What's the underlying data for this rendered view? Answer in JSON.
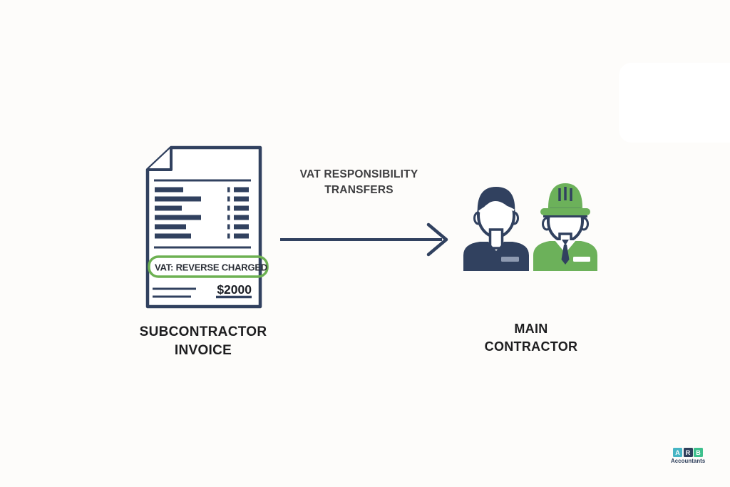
{
  "colors": {
    "navy": "#31415f",
    "green": "#6cb15a",
    "highlight_ring_green": "#6db152",
    "caption_text": "#1d1d1f",
    "arrow_label_text": "#3f3f41",
    "badge_light_navy": "#8e9ab1",
    "logo_teal": "#47b5c4",
    "logo_navy": "#2e3f5b",
    "logo_green": "#3ec08d",
    "background": "#fdfcfa"
  },
  "invoice": {
    "vat_stamp": "VAT: REVERSE CHARGED",
    "amount": "$2000",
    "caption": "SUBCONTRACTOR\nINVOICE"
  },
  "arrow": {
    "label": "VAT RESPONSIBILITY\nTRANSFERS"
  },
  "main_contractor": {
    "caption": "MAIN\nCONTRACTOR"
  },
  "logo": {
    "letters": [
      "A",
      "R",
      "B"
    ],
    "subtitle": "Accountants"
  }
}
